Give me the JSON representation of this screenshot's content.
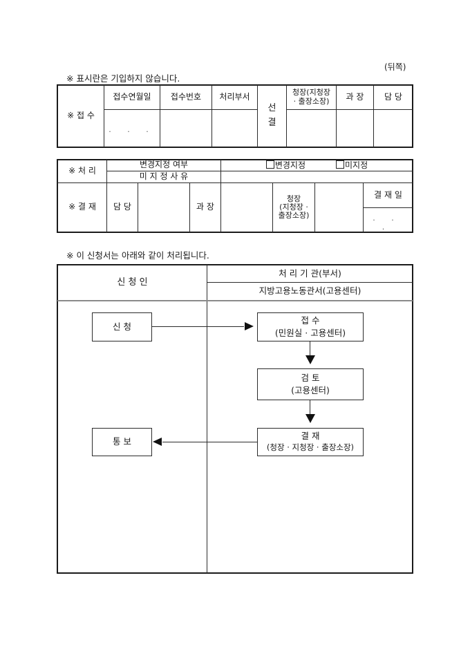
{
  "page": {
    "side_label": "(뒤쪽)",
    "notice_top": "※ 표시란은 기입하지 않습니다.",
    "notice_flow": "※ 이 신청서는 아래와 같이 처리됩니다."
  },
  "reception_table": {
    "row_label": "※ 접 수",
    "headers": [
      "접수연월일",
      "접수번호",
      "처리부서"
    ],
    "date_placeholder": ". . .",
    "approval_label_1": "선",
    "approval_label_2": "결",
    "approval_headers": [
      {
        "line1": "청장(지청장",
        "line2": "· 출장소장)"
      },
      {
        "line1": "과 장",
        "line2": ""
      },
      {
        "line1": "담 당",
        "line2": ""
      }
    ]
  },
  "processing_table": {
    "process_label": "※ 처 리",
    "change_designation_label": "변경지정 여부",
    "option_change": "변경지정",
    "option_not_designated": "미지정",
    "non_designation_reason_label": "미 지 정 사 유",
    "approval_label": "※ 결 재",
    "staff_label": "담 당",
    "section_chief_label": "과 장",
    "head_label_1": "청장",
    "head_label_2": "(지청장 ·",
    "head_label_3": "출장소장)",
    "approval_date_label": "결 재 일",
    "approval_date_placeholder": ". . ."
  },
  "flow": {
    "applicant_header": "신 청 인",
    "agency_header": "처 리 기 관(부서)",
    "agency_subheader": "지방고용노동관서(고용센터)",
    "steps": [
      {
        "title": "신 청",
        "sub": ""
      },
      {
        "title": "접 수",
        "sub": "(민원실 · 고용센터)"
      },
      {
        "title": "검 토",
        "sub": "(고용센터)"
      },
      {
        "title": "결 재",
        "sub": "(청장 · 지청장 · 출장소장)"
      },
      {
        "title": "통 보",
        "sub": ""
      }
    ]
  }
}
